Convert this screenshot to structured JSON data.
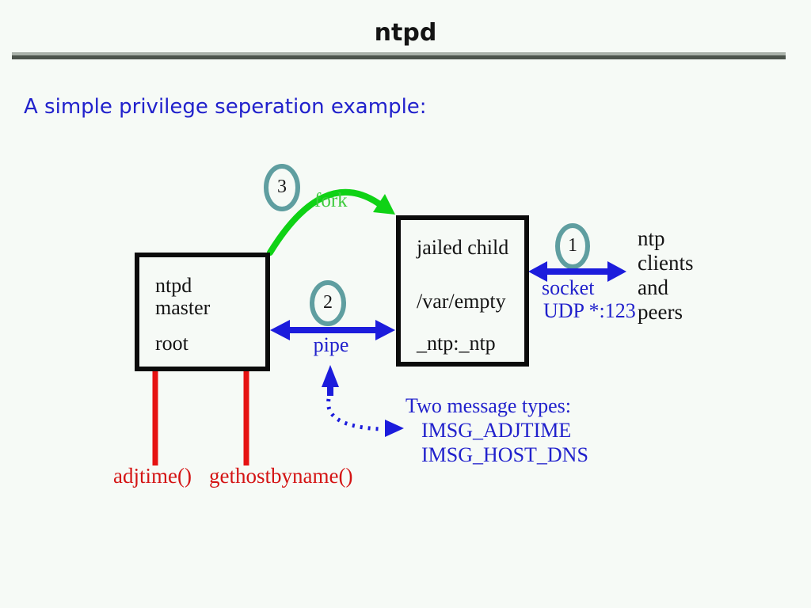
{
  "header": {
    "title": "ntpd"
  },
  "heading": "A simple privilege seperation example:",
  "colors": {
    "background": "#f6faf6",
    "accent_blue_text": "#2121cc",
    "arrow_blue": "#1c1cdc",
    "arrow_green": "#0fd215",
    "fork_text_green": "#3ecb3e",
    "line_red": "#e61212",
    "syscall_text_red": "#d41414",
    "badge_ellipse_teal": "#5f9ea0",
    "divider_light": "#a9b1a9",
    "divider_dark": "#4c544c"
  },
  "diagram": {
    "master_box": {
      "lines": [
        "ntpd",
        "master",
        "root"
      ]
    },
    "child_box": {
      "lines": [
        "jailed child",
        "/var/empty",
        "_ntp:_ntp"
      ]
    },
    "badges": {
      "fork": "3",
      "pipe": "2",
      "socket": "1"
    },
    "labels": {
      "fork": "fork",
      "pipe": "pipe",
      "socket": "socket",
      "udp": "UDP *:123"
    },
    "peers_text": {
      "lines": [
        "ntp",
        "clients",
        "and",
        "peers"
      ]
    },
    "messages": {
      "title": "Two message types:",
      "items": [
        "IMSG_ADJTIME",
        "IMSG_HOST_DNS"
      ]
    },
    "syscalls": [
      "adjtime()",
      "gethostbyname()"
    ]
  }
}
